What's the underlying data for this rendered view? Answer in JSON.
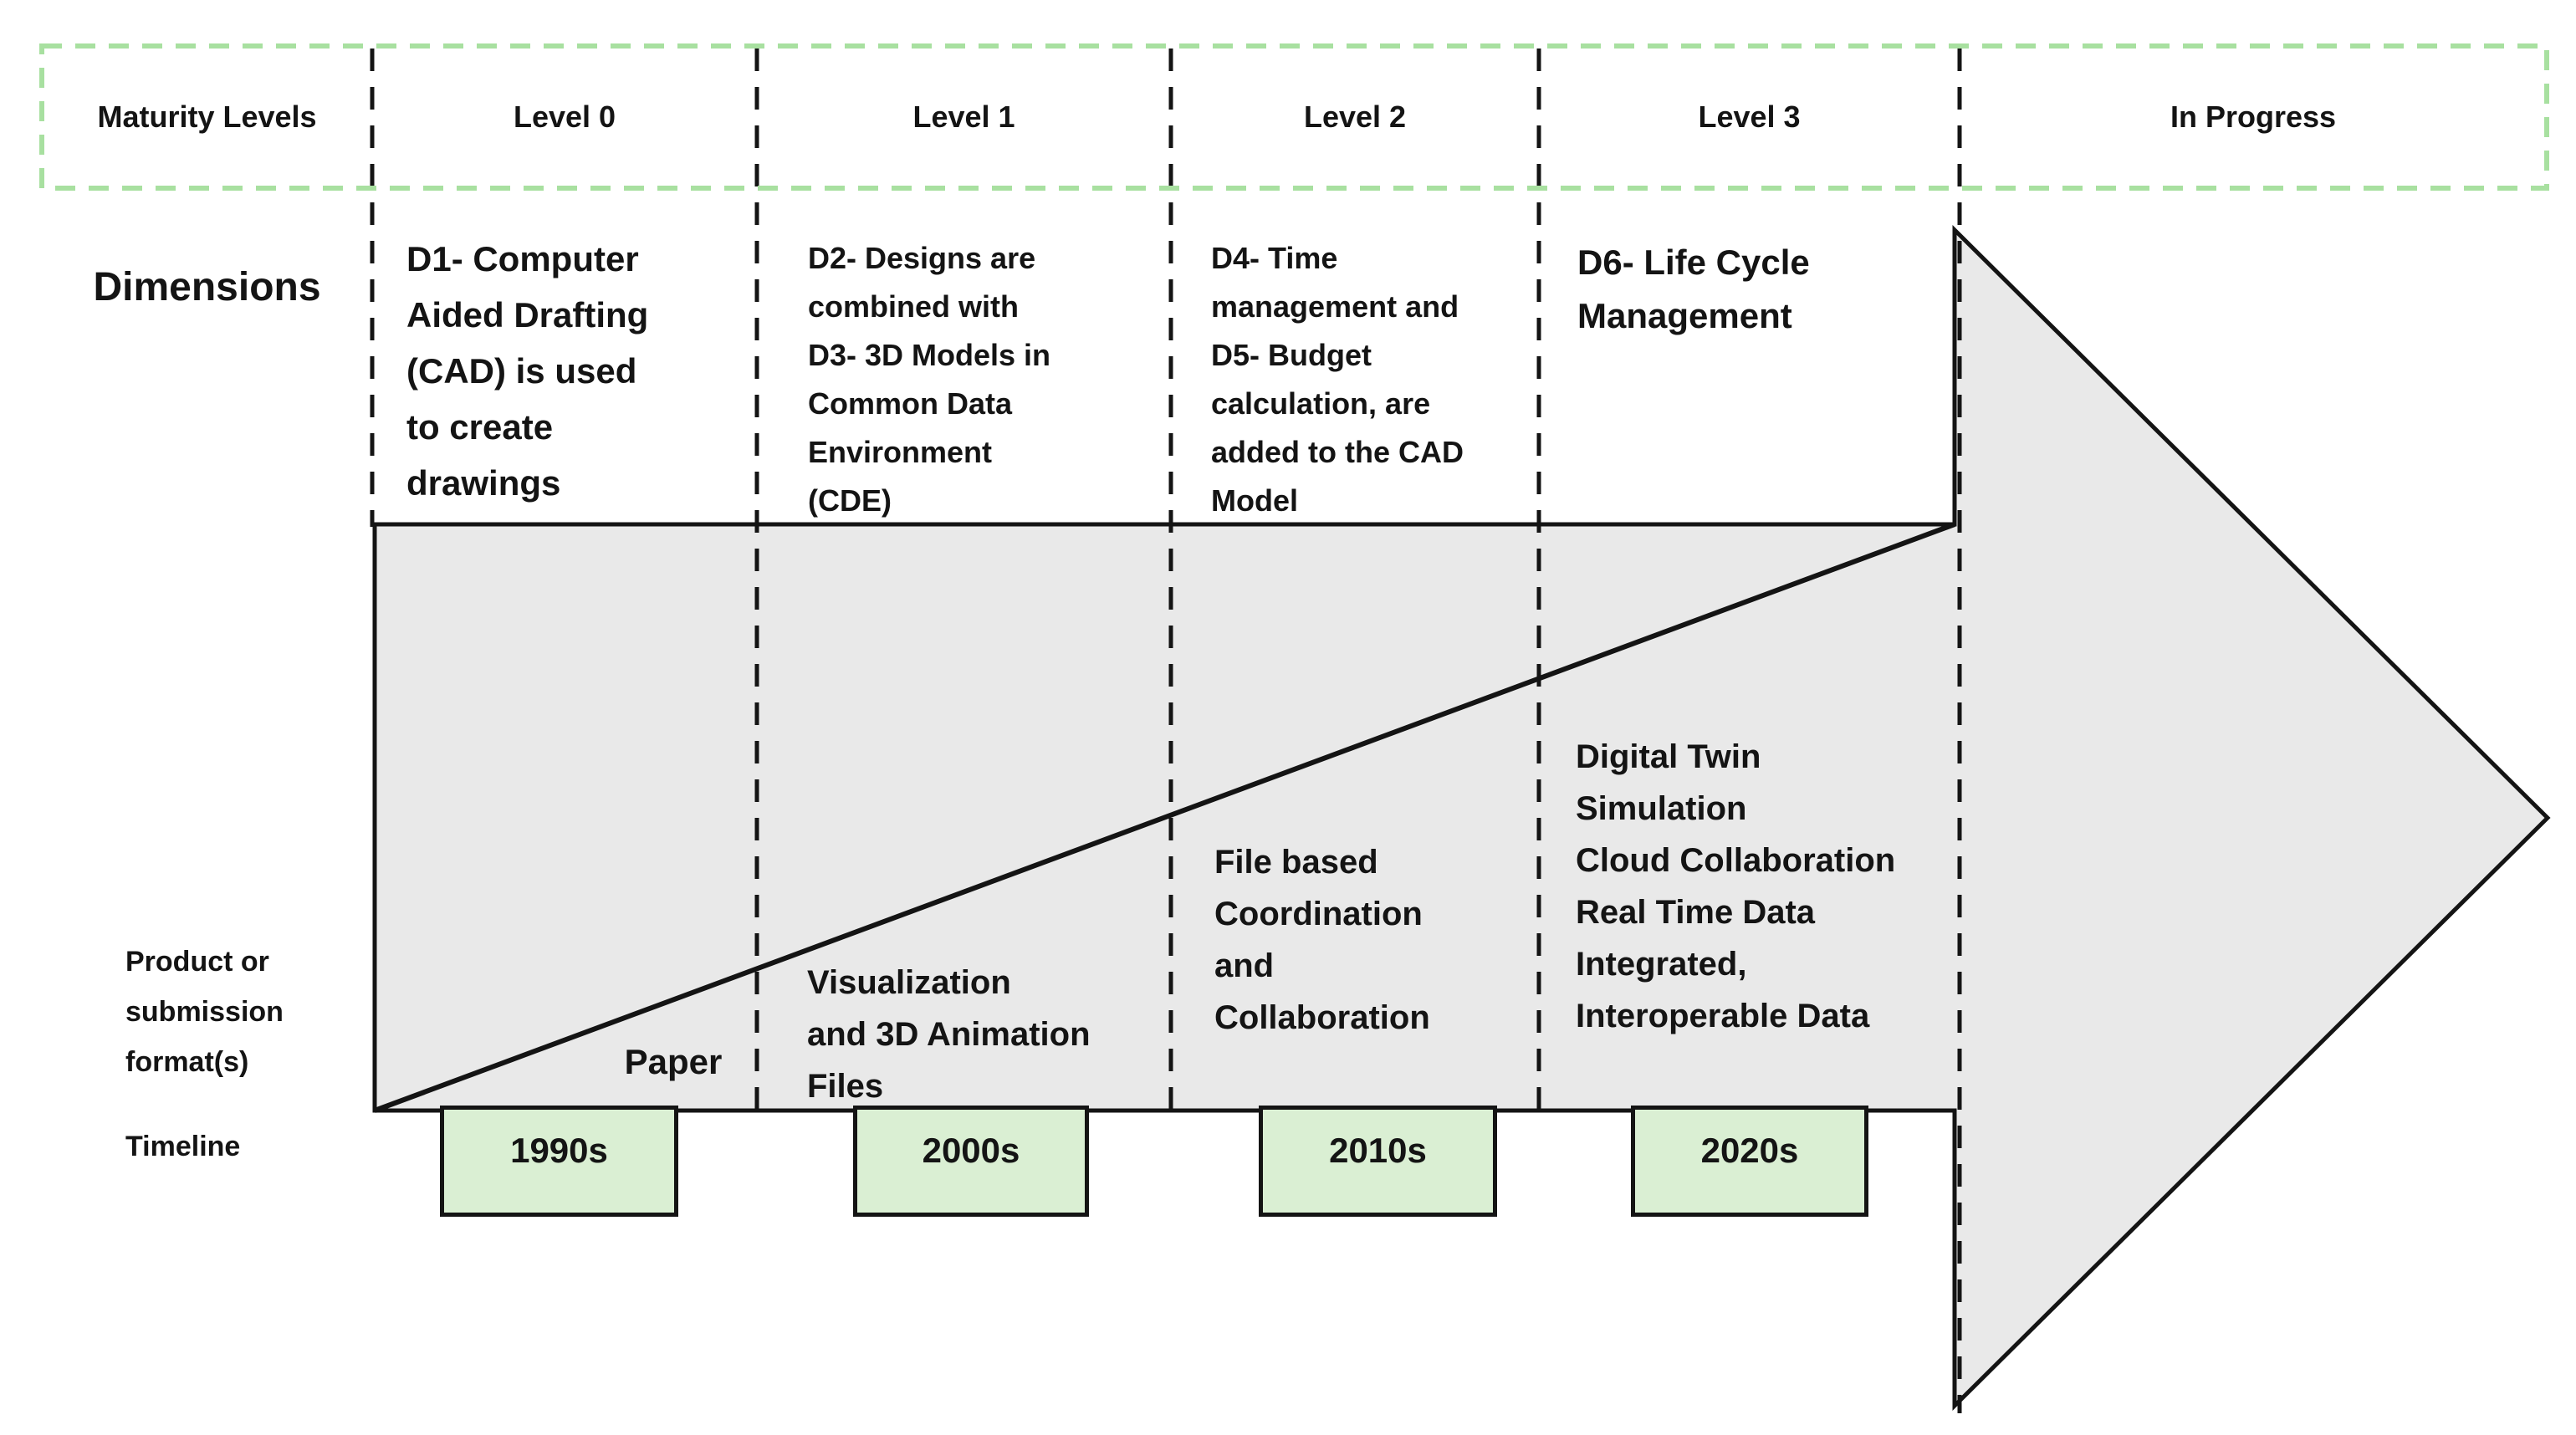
{
  "header": {
    "row_label": "Maturity Levels",
    "levels": [
      "Level 0",
      "Level 1",
      "Level 2",
      "Level 3",
      "In Progress"
    ]
  },
  "dimensions": {
    "section_label": "Dimensions",
    "d1": "D1- Computer\nAided Drafting\n(CAD) is used\nto create\ndrawings",
    "d2": "D2- Designs are\ncombined with\nD3- 3D Models in\nCommon Data\nEnvironment\n(CDE)",
    "d4": "D4- Time\nmanagement and\nD5- Budget\ncalculation, are\nadded to the CAD\nModel",
    "d6": "D6- Life Cycle\nManagement"
  },
  "formats": {
    "section_label": "Product or\nsubmission\nformat(s)",
    "level0": "Paper",
    "level1": "Visualization\nand 3D Animation\nFiles",
    "level2": "File based\nCoordination\nand\nCollaboration",
    "level3": "Digital Twin\nSimulation\nCloud Collaboration\nReal Time Data\nIntegrated,\nInteroperable Data"
  },
  "timeline": {
    "section_label": "Timeline",
    "decades": [
      "1990s",
      "2000s",
      "2010s",
      "2020s"
    ]
  },
  "colors": {
    "header_border_green": "#a8e0a0",
    "decade_fill_green": "#daefd3",
    "arrow_fill_gray": "#e9e9e9",
    "line_black": "#141414"
  }
}
